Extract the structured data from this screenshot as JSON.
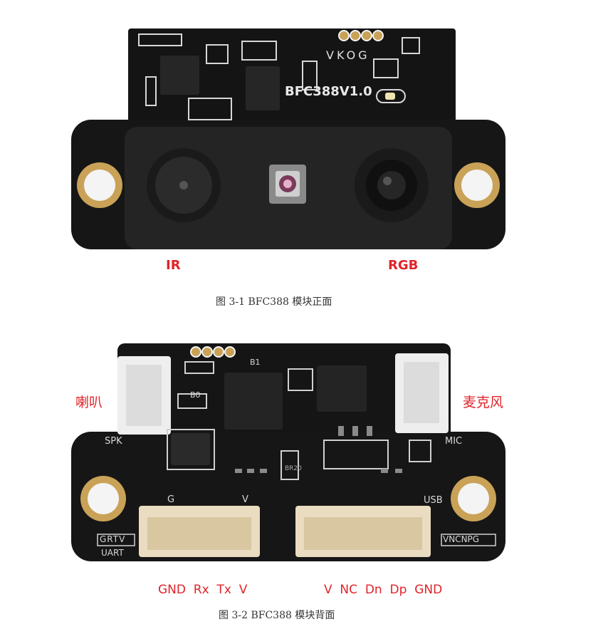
{
  "figure1": {
    "board_marking": "BFC388V1.0",
    "pin_marking": "VKOG",
    "label_left": "IR",
    "label_right": "RGB",
    "caption": "图 3-1    BFC388 模块正面"
  },
  "figure2": {
    "label_left": "喇叭",
    "label_right": "麦克风",
    "silk_spk": "SPK",
    "silk_mic": "MIC",
    "silk_usb": "USB",
    "silk_uart_box": "GRTV",
    "silk_uart": "UART",
    "silk_usb_box": "VNCNPG",
    "silk_g": "G",
    "silk_v": "V",
    "silk_b1": "B1",
    "silk_b0": "B0",
    "silk_r": "BR20",
    "pins_uart": "GND  Rx  Tx  V",
    "pins_usb": "V  NC  Dn  Dp  GND",
    "caption": "图 3-2    BFC388 模块背面"
  }
}
